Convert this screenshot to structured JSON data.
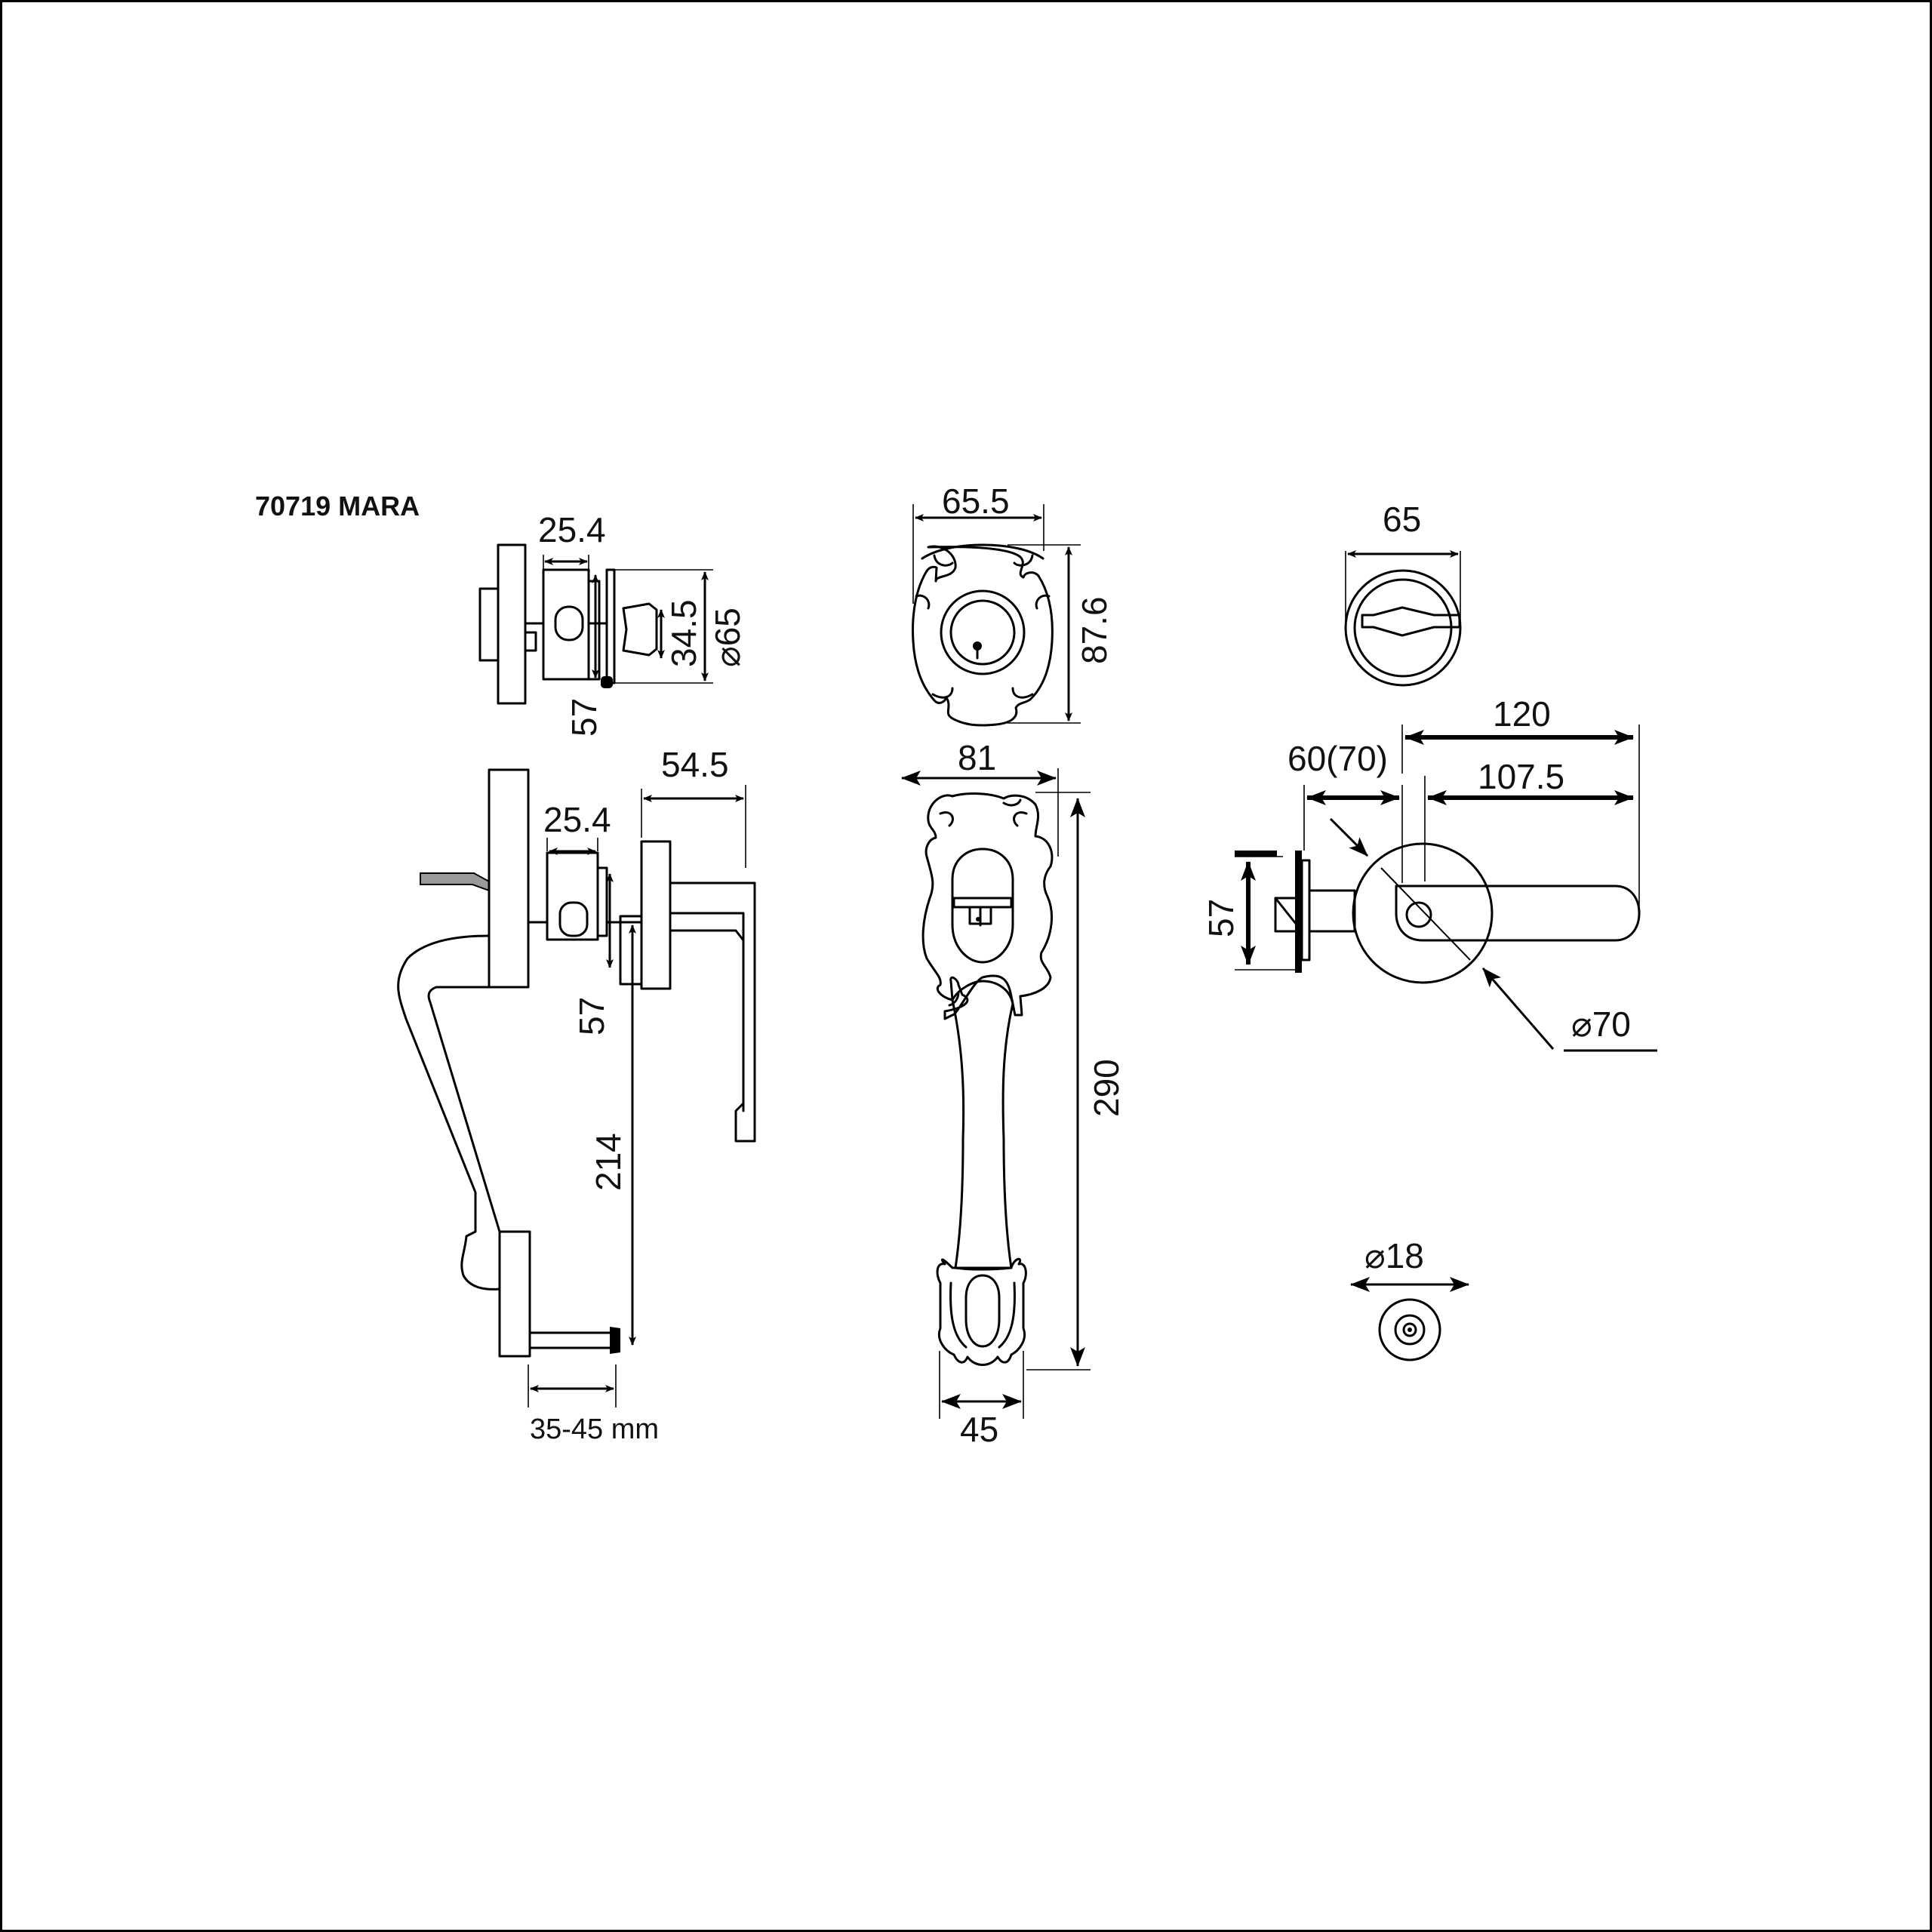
{
  "title": "70719 MARA",
  "views": {
    "deadbolt_side": {
      "backset": "25.4",
      "inner_height": "34.5",
      "rose_diameter": "65",
      "projection": "57"
    },
    "handleset_side": {
      "projection_lever": "54.5",
      "backset": "25.4",
      "projection": "57",
      "center_distance": "214",
      "door_thickness": "35-45 mm"
    },
    "deadbolt_front": {
      "width": "65.5",
      "height": "87.6"
    },
    "handle_front": {
      "width": "81",
      "height": "290",
      "bottom_width": "45"
    },
    "thumbturn_front": {
      "diameter": "65"
    },
    "lever_view": {
      "length_total": "120",
      "length_grip": "107.5",
      "rose_offset": "60(70)",
      "rose_diameter": "70",
      "projection": "57"
    },
    "key_cylinder_front": {
      "diameter": "18"
    }
  },
  "symbols": {
    "diameter": "⌀"
  },
  "colors": {
    "line": "#000000",
    "background": "#ffffff",
    "spindle_fill": "#9a9a9a"
  }
}
